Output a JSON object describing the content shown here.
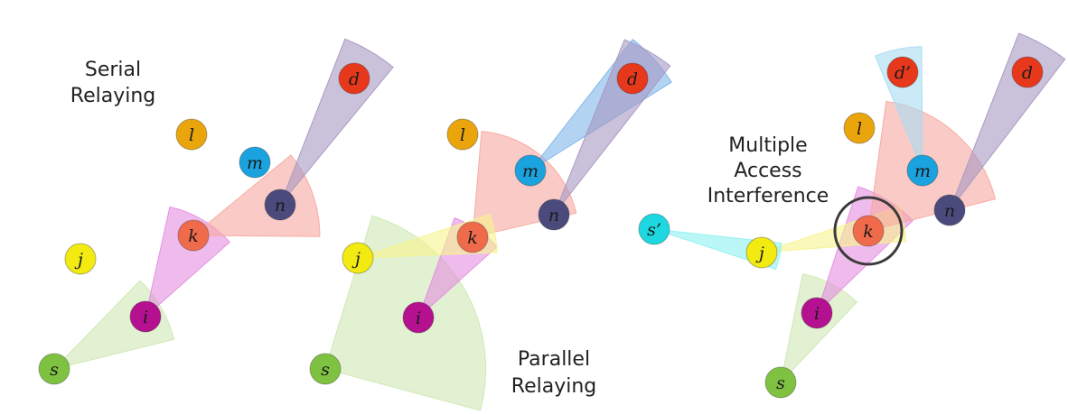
{
  "colors": {
    "s": "#7fc242",
    "i": "#b5108f",
    "k": "#f06b4c",
    "j": "#f2ea10",
    "l": "#eaa50c",
    "m": "#1ba3e0",
    "n": "#4b4a7c",
    "d": "#e8381c",
    "s_prime": "#1dd8e0",
    "d_prime": "#e8381c",
    "beam_green": "#cfe8b2",
    "beam_magenta": "#e48ee0",
    "beam_red": "#f7a9a0",
    "beam_purple": "#a698c2",
    "beam_yellow": "#f6f48c",
    "beam_blue": "#7fb6ea",
    "beam_cyan": "#8ef2f0",
    "beam_lightblue": "#a8dcf2",
    "interference_ring": "#3a3a3a"
  },
  "panels": [
    {
      "id": "serial",
      "caption": [
        "Serial",
        "Relaying"
      ],
      "nodes": [
        {
          "id": "s",
          "label": "s"
        },
        {
          "id": "i",
          "label": "i"
        },
        {
          "id": "k",
          "label": "k"
        },
        {
          "id": "j",
          "label": "j"
        },
        {
          "id": "l",
          "label": "l"
        },
        {
          "id": "m",
          "label": "m"
        },
        {
          "id": "n",
          "label": "n"
        },
        {
          "id": "d",
          "label": "d"
        }
      ]
    },
    {
      "id": "parallel",
      "caption": [
        "Parallel",
        "Relaying"
      ],
      "nodes": [
        {
          "id": "s",
          "label": "s"
        },
        {
          "id": "i",
          "label": "i"
        },
        {
          "id": "j",
          "label": "j"
        },
        {
          "id": "k",
          "label": "k"
        },
        {
          "id": "l",
          "label": "l"
        },
        {
          "id": "m",
          "label": "m"
        },
        {
          "id": "n",
          "label": "n"
        },
        {
          "id": "d",
          "label": "d"
        }
      ]
    },
    {
      "id": "mai",
      "caption": [
        "Multiple",
        "Access",
        "Interference"
      ],
      "nodes": [
        {
          "id": "s",
          "label": "s"
        },
        {
          "id": "i",
          "label": "i"
        },
        {
          "id": "j",
          "label": "j"
        },
        {
          "id": "k",
          "label": "k"
        },
        {
          "id": "s_prime",
          "label": "s’"
        },
        {
          "id": "l",
          "label": "l"
        },
        {
          "id": "m",
          "label": "m"
        },
        {
          "id": "n",
          "label": "n"
        },
        {
          "id": "d_prime",
          "label": "d’"
        },
        {
          "id": "d",
          "label": "d"
        }
      ]
    }
  ]
}
